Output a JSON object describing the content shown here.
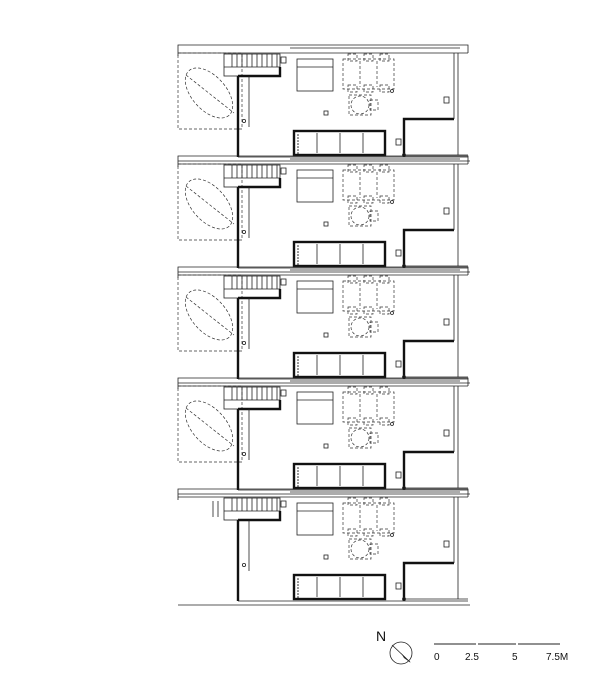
{
  "plan": {
    "floor_count": 5,
    "north_label": "N",
    "scale_labels": [
      "0",
      "2.5",
      "5",
      "7.5M"
    ]
  }
}
